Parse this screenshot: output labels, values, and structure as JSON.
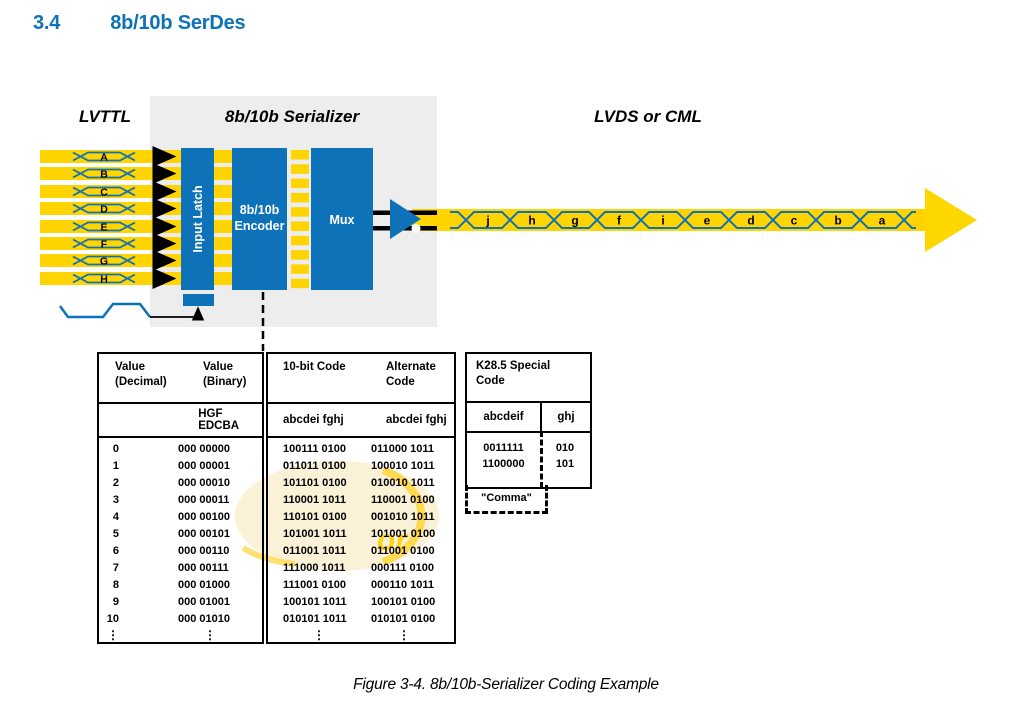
{
  "heading": {
    "number": "3.4",
    "title": "8b/10b SerDes"
  },
  "diagram": {
    "label_left": "LVTTL",
    "label_center": "8b/10b Serializer",
    "label_right": "LVDS or CML",
    "input_latch": "Input Latch",
    "encoder_line1": "8b/10b",
    "encoder_line2": "Encoder",
    "mux": "Mux",
    "inputs": [
      "A",
      "B",
      "C",
      "D",
      "E",
      "F",
      "G",
      "H"
    ],
    "serial_bits": [
      "j",
      "h",
      "g",
      "f",
      "i",
      "e",
      "d",
      "c",
      "b",
      "a"
    ],
    "colors": {
      "blue": "#0E72B8",
      "yellow": "#FFD400",
      "arrow_yellow": "#FFD700",
      "gray_box": "#EDEDEE"
    }
  },
  "code_table": {
    "h_value_dec_1": "Value",
    "h_value_dec_2": "(Decimal)",
    "h_value_bin_1": "Value",
    "h_value_bin_2": "(Binary)",
    "h_code": "10-bit Code",
    "h_alt_1": "Alternate",
    "h_alt_2": "Code",
    "sh_bin": "HGF EDCBA",
    "sh_code": "abcdei fghj",
    "sh_alt": "abcdei fghj",
    "rows": [
      {
        "dec": "0",
        "bin": "000 00000",
        "code": "100111 0100",
        "alt": "011000 1011"
      },
      {
        "dec": "1",
        "bin": "000 00001",
        "code": "011011 0100",
        "alt": "100010 1011"
      },
      {
        "dec": "2",
        "bin": "000 00010",
        "code": "101101 0100",
        "alt": "010010 1011"
      },
      {
        "dec": "3",
        "bin": "000 00011",
        "code": "110001 1011",
        "alt": "110001 0100"
      },
      {
        "dec": "4",
        "bin": "000 00100",
        "code": "110101 0100",
        "alt": "001010 1011"
      },
      {
        "dec": "5",
        "bin": "000 00101",
        "code": "101001 1011",
        "alt": "101001 0100"
      },
      {
        "dec": "6",
        "bin": "000 00110",
        "code": "011001 1011",
        "alt": "011001 0100"
      },
      {
        "dec": "7",
        "bin": "000 00111",
        "code": "111000 1011",
        "alt": "000111 0100"
      },
      {
        "dec": "8",
        "bin": "000 01000",
        "code": "111001 0100",
        "alt": "000110 1011"
      },
      {
        "dec": "9",
        "bin": "000 01001",
        "code": "100101 1011",
        "alt": "100101 0100"
      },
      {
        "dec": "10",
        "bin": "000 01010",
        "code": "010101 1011",
        "alt": "010101 0100"
      }
    ],
    "ellipsis": "⋮"
  },
  "k28_table": {
    "title_line1": "K28.5 Special",
    "title_line2": "Code",
    "col_abcdeif": "abcdeif",
    "col_ghj": "ghj",
    "rows": [
      {
        "a": "0011111",
        "g": "010"
      },
      {
        "a": "1100000",
        "g": "101"
      }
    ],
    "comma": "\"Comma\""
  },
  "watermark": {
    "text": "or"
  },
  "caption": "Figure 3-4. 8b/10b-Serializer Coding Example"
}
